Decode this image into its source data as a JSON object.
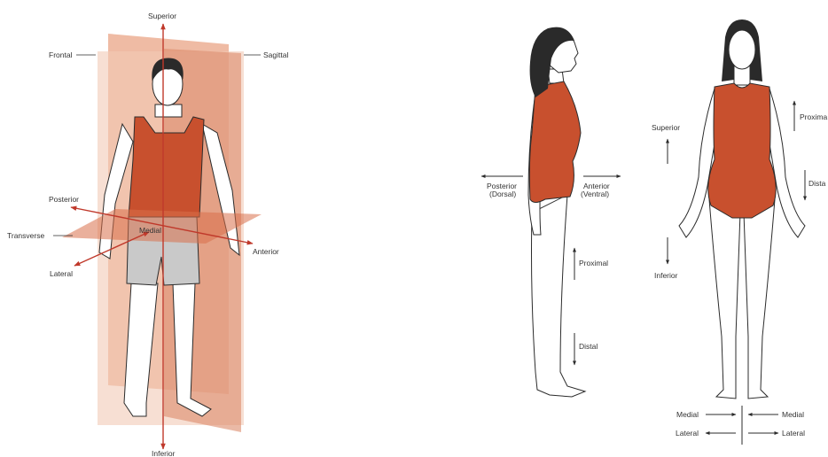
{
  "colors": {
    "plane_light": "#f2c9b6",
    "plane_mid": "#e9a486",
    "plane_dark": "#d9704b",
    "garment": "#c8502e",
    "arrow_red": "#c0392b",
    "skin": "#ffffff",
    "outline": "#2b2b2b",
    "shorts": "#c9c9c9",
    "hair": "#2a2a2a"
  },
  "left_figure": {
    "planes": {
      "frontal": "Frontal",
      "sagittal": "Sagittal",
      "transverse": "Transverse"
    },
    "directions": {
      "superior": "Superior",
      "inferior": "Inferior",
      "posterior": "Posterior",
      "anterior": "Anterior",
      "medial": "Medial",
      "lateral": "Lateral"
    }
  },
  "side_figure": {
    "posterior": "Posterior",
    "posterior_alt": "(Dorsal)",
    "anterior": "Anterior",
    "anterior_alt": "(Ventral)",
    "proximal": "Proximal",
    "distal": "Distal"
  },
  "front_figure": {
    "superior": "Superior",
    "inferior": "Inferior",
    "proximal": "Proxima",
    "distal": "Dista",
    "medial_left": "Medial",
    "medial_right": "Medial",
    "lateral_left": "Lateral",
    "lateral_right": "Lateral"
  }
}
